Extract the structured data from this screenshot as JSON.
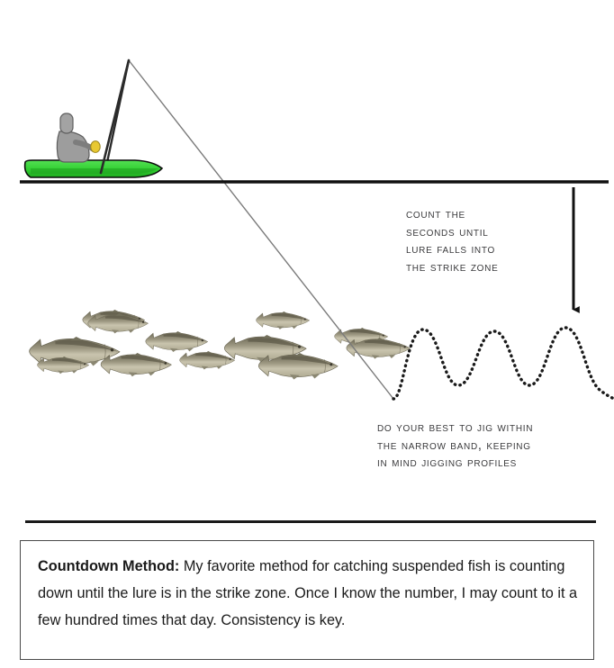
{
  "figure": {
    "title": "Countdown Method fishing diagram",
    "background_color": "#ffffff"
  },
  "scene": {
    "waterline": {
      "name": "water-surface-line",
      "color": "#111111"
    },
    "kayak": {
      "label": "kayak",
      "hull_color": "#3cd43c",
      "hull_shadow_color": "#1f9e1f",
      "outline_color": "#111111"
    },
    "angler": {
      "label": "angler",
      "body_color": "#9a9a9a",
      "outline_color": "#5a5a5a",
      "rod_color": "#2b2b2b",
      "reel_color": "#e8c832"
    },
    "fishing_lines": {
      "label": "fishing line",
      "color": "#6e6e6e"
    },
    "jig_wave": {
      "label": "jigging profile wave",
      "color": "#1a1a1a",
      "style": "dotted",
      "peaks": 3
    },
    "depth_arrow": {
      "label": "lure drop arrow",
      "color": "#111111"
    },
    "fish_school": {
      "label": "suspended striped bass school",
      "count": 12,
      "body_color": "#b9b49a",
      "back_color": "#6e6a57"
    }
  },
  "annotations": {
    "countdown": "Count the\nseconds until\nlure falls into\nthe strike zone",
    "jigging": "Do your best to jig within\nthe narrow band, keeping\nin mind jigging profiles"
  },
  "caption": {
    "heading": "Countdown Method:",
    "body": "  My favorite method for catching suspended fish is counting down until the lure is in the strike zone.  Once I know the number, I may count to it a few hundred times that day.  Consistency is key."
  }
}
